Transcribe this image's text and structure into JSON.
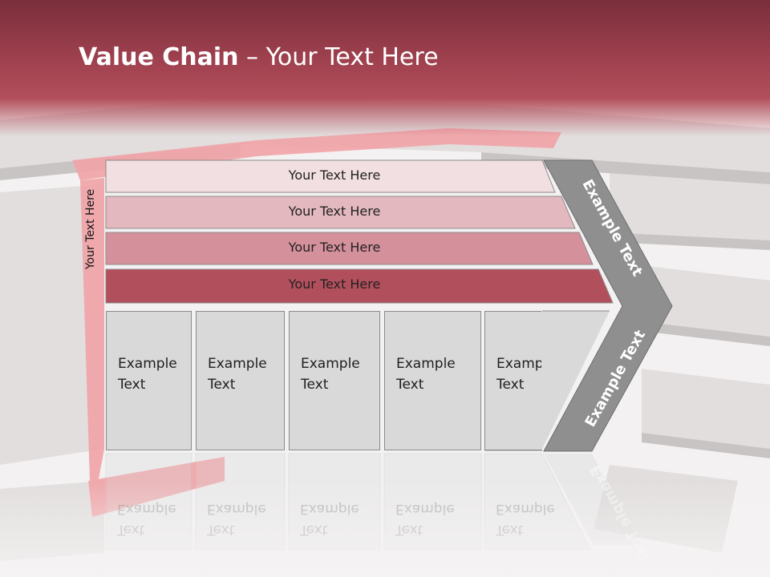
{
  "slide": {
    "title_bold": "Value Chain",
    "title_rest": " – Your Text Here",
    "side_label": "Your Text Here"
  },
  "bands": [
    {
      "label": "Your Text Here",
      "color": "#f2dfe2"
    },
    {
      "label": "Your Text Here",
      "color": "#e3b8bf"
    },
    {
      "label": "Your Text Here",
      "color": "#d4909b"
    },
    {
      "label": "Your Text Here",
      "color": "#b24f5c"
    }
  ],
  "boxes": [
    {
      "line1": "Example",
      "line2": "Text"
    },
    {
      "line1": "Example",
      "line2": "Text"
    },
    {
      "line1": "Example",
      "line2": "Text"
    },
    {
      "line1": "Example",
      "line2": "Text"
    },
    {
      "line1": "Example",
      "line2": "Text"
    }
  ],
  "chevron": {
    "upper_label": "Example Text",
    "lower_label": "Example Text",
    "color": "#8f8f8f"
  },
  "colors": {
    "header": "#a0414f",
    "maze_accent": "#f3a9ad",
    "box_fill": "#d9d9d9"
  }
}
